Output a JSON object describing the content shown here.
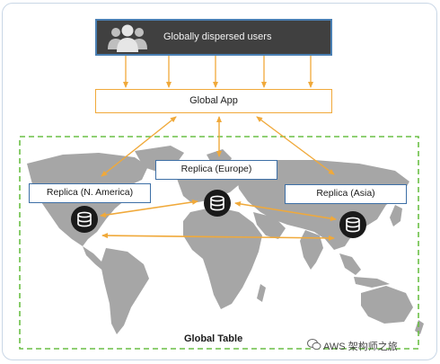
{
  "users": {
    "label": "Globally dispersed users",
    "icon": "users-group-icon"
  },
  "app": {
    "label": "Global App"
  },
  "replicas": {
    "na": {
      "label": "Replica (N. America)"
    },
    "eu": {
      "label": "Replica (Europe)"
    },
    "asia": {
      "label": "Replica (Asia)"
    }
  },
  "table": {
    "label": "Global Table"
  },
  "watermark": {
    "text": "AWS 架构师之旅",
    "icon": "wechat-icon"
  },
  "colors": {
    "arrow": "#f0a93a",
    "dashed_border": "#6abf45",
    "map": "#a6a6a6",
    "box_dark": "#404040",
    "replica_border": "#3d6fa6",
    "db_icon": "#1a1a1a"
  },
  "icons": {
    "database": "database-icon"
  }
}
